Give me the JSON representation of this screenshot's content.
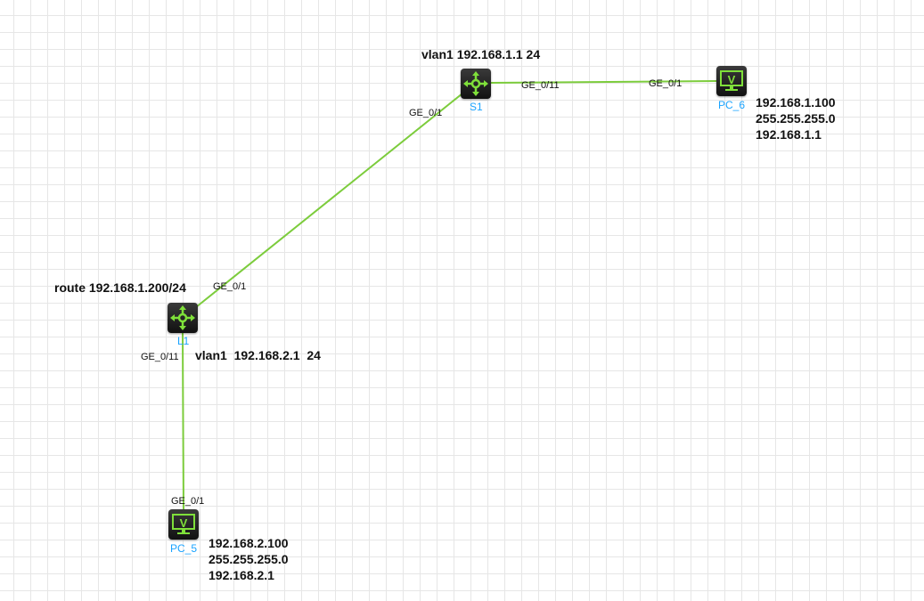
{
  "devices": {
    "s1": {
      "name": "S1",
      "label": "vlan1 192.168.1.1 24"
    },
    "l1": {
      "name": "L1",
      "label_top": "route 192.168.1.200/24",
      "label_bottom": "vlan1  192.168.2.1  24"
    },
    "pc6": {
      "name": "PC_6",
      "info": [
        "192.168.1.100",
        "255.255.255.0",
        "192.168.1.1"
      ]
    },
    "pc5": {
      "name": "PC_5",
      "info": [
        "192.168.2.100",
        "255.255.255.0",
        "192.168.2.1"
      ]
    }
  },
  "ports": {
    "s1_to_pc6": "GE_0/11",
    "pc6_to_s1": "GE_0/1",
    "s1_to_l1": "GE_0/1",
    "l1_to_s1": "GE_0/1",
    "l1_to_pc5": "GE_0/11",
    "pc5_to_l1": "GE_0/1"
  },
  "colors": {
    "link": "#7ccc3c",
    "icon": "#7fe03a",
    "device_name": "#1aa3ff"
  }
}
